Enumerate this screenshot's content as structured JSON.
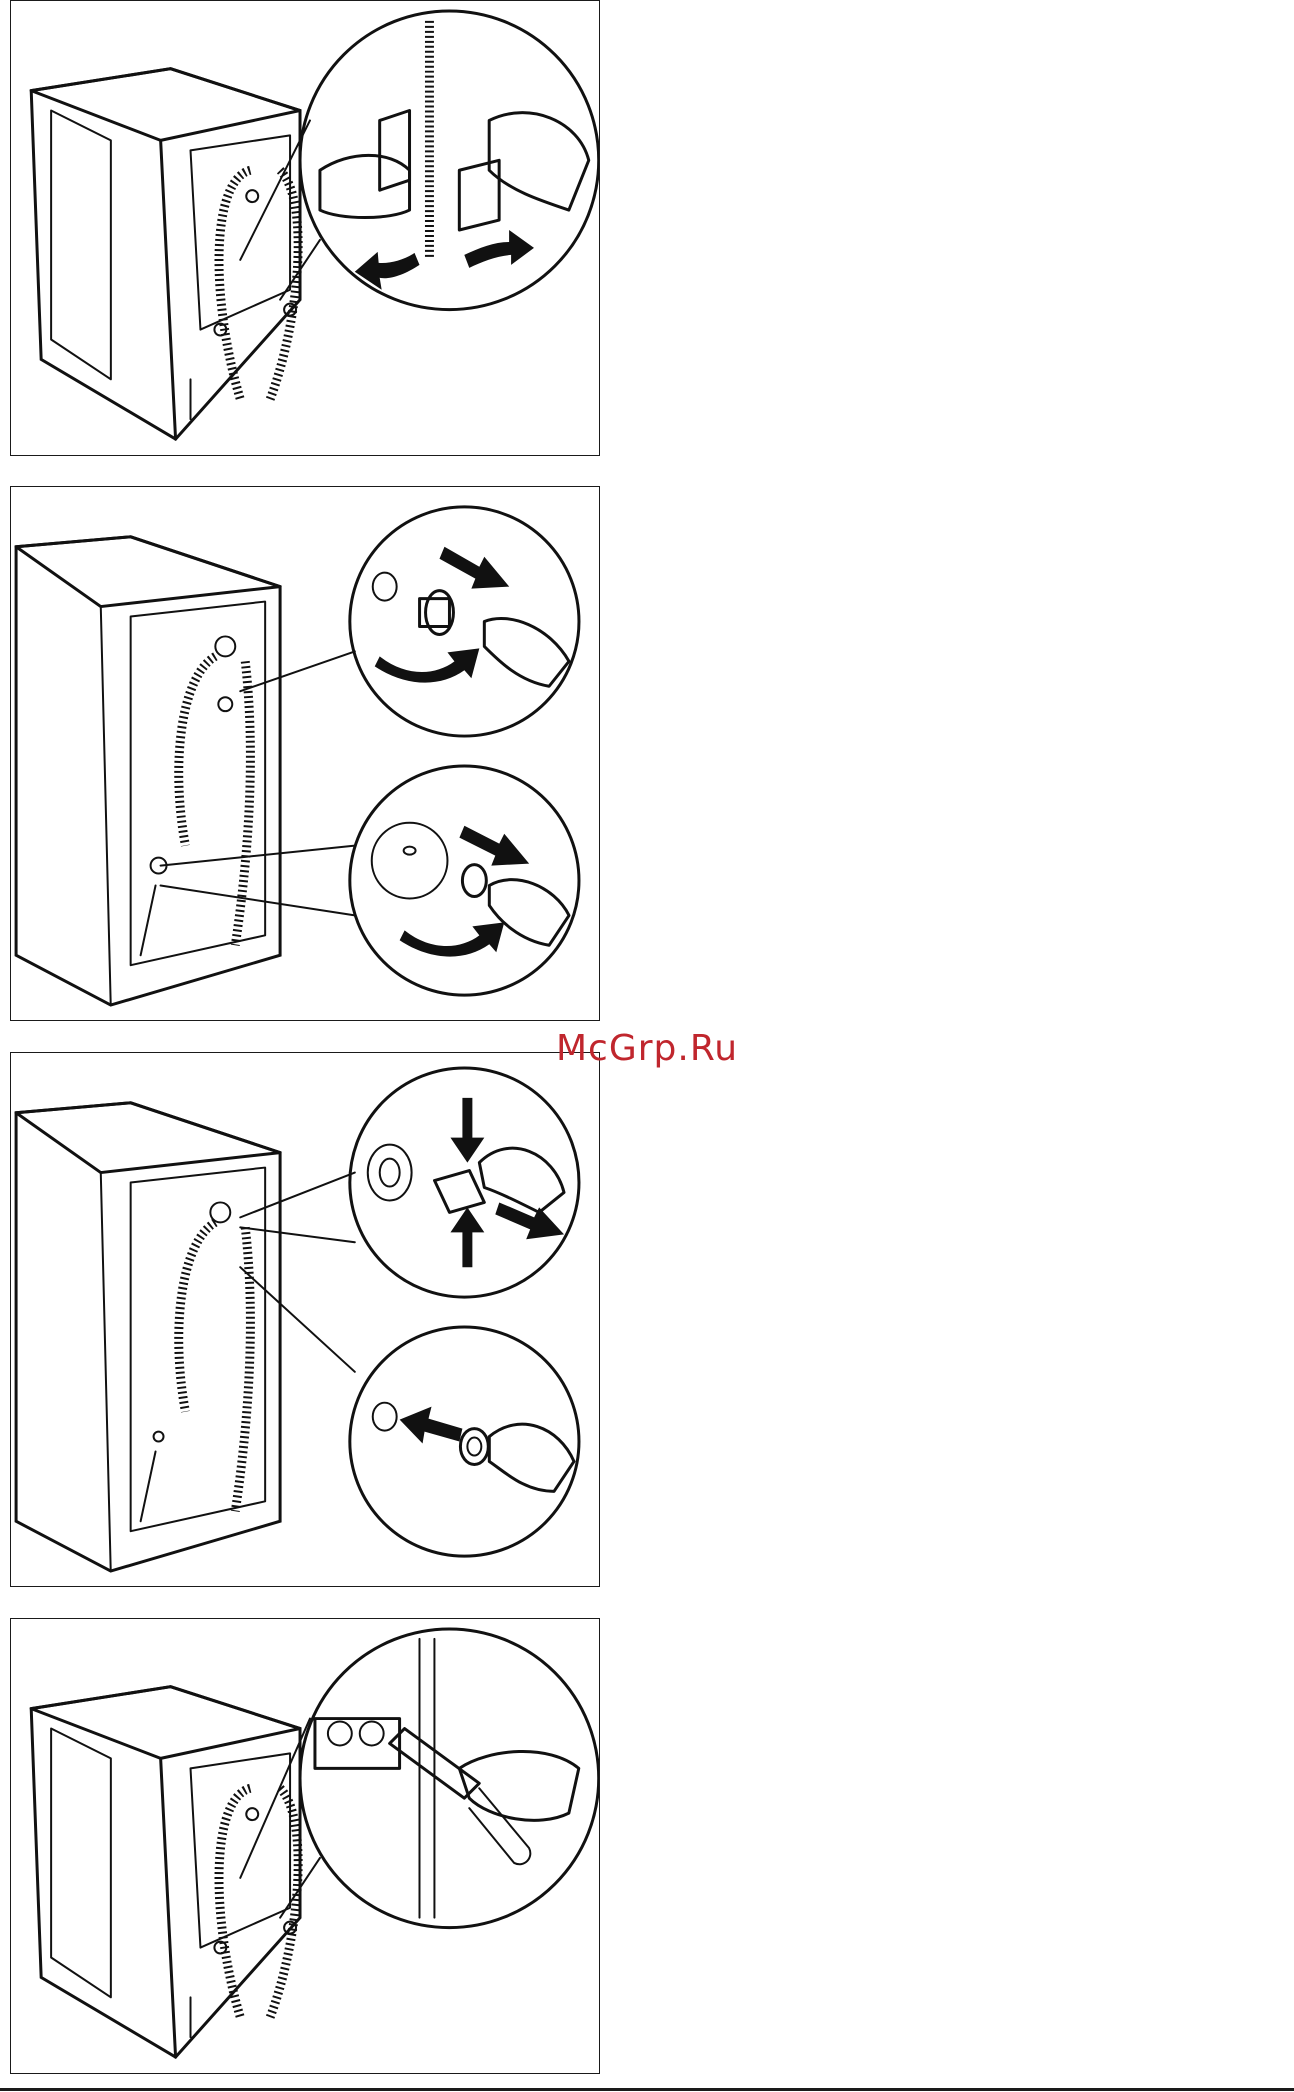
{
  "watermark": {
    "text": "McGrp.Ru",
    "color": "#c0262d"
  },
  "panels": [
    {
      "id": 1,
      "illustration": "remove-hose-clamps"
    },
    {
      "id": 2,
      "illustration": "unscrew-transit-bolts"
    },
    {
      "id": 3,
      "illustration": "remove-spacers-insert-caps"
    },
    {
      "id": 4,
      "illustration": "cut-plastic-holder"
    }
  ]
}
